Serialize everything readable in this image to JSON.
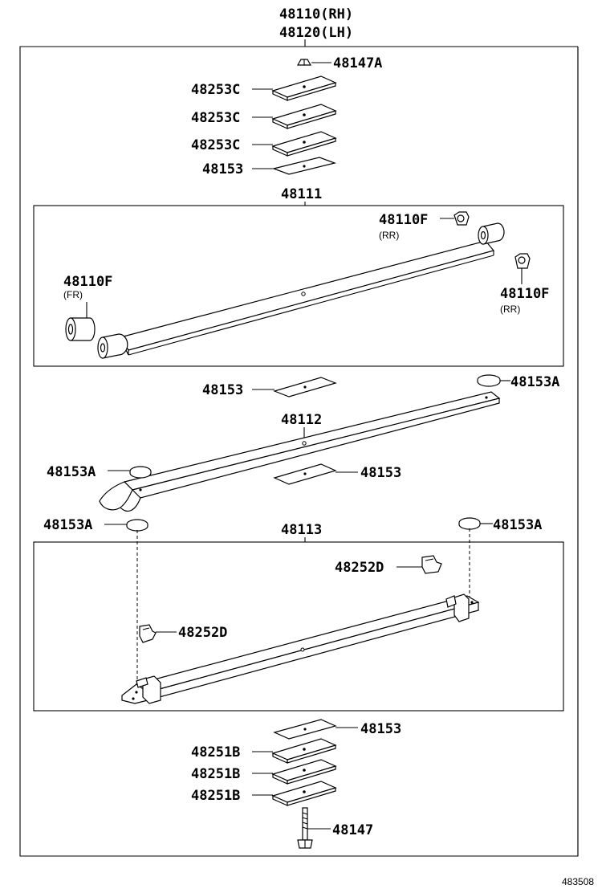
{
  "assembly": {
    "part_rh": "48110(RH)",
    "part_lh": "48120(LH)"
  },
  "labels": {
    "nut_top": "48147A",
    "spacer_1": "48253C",
    "spacer_2": "48253C",
    "spacer_3": "48253C",
    "insert_top": "48153",
    "leaf_1": "48111",
    "bushing_rr_upper": "48110F",
    "bushing_rr_upper_note": "(RR)",
    "bushing_fr": "48110F",
    "bushing_fr_note": "(FR)",
    "bushing_rr_lower": "48110F",
    "bushing_rr_lower_note": "(RR)",
    "insert_mid_upper": "48153",
    "pad_right_upper": "48153A",
    "leaf_2": "48112",
    "pad_left_mid": "48153A",
    "insert_mid_lower": "48153",
    "pad_left_lower": "48153A",
    "leaf_3": "48113",
    "pad_right_lower": "48153A",
    "clip_right": "48252D",
    "clip_left": "48252D",
    "insert_bottom": "48153",
    "spacer_b1": "48251B",
    "spacer_b2": "48251B",
    "spacer_b3": "48251B",
    "center_bolt": "48147"
  },
  "figure_number": "483508"
}
